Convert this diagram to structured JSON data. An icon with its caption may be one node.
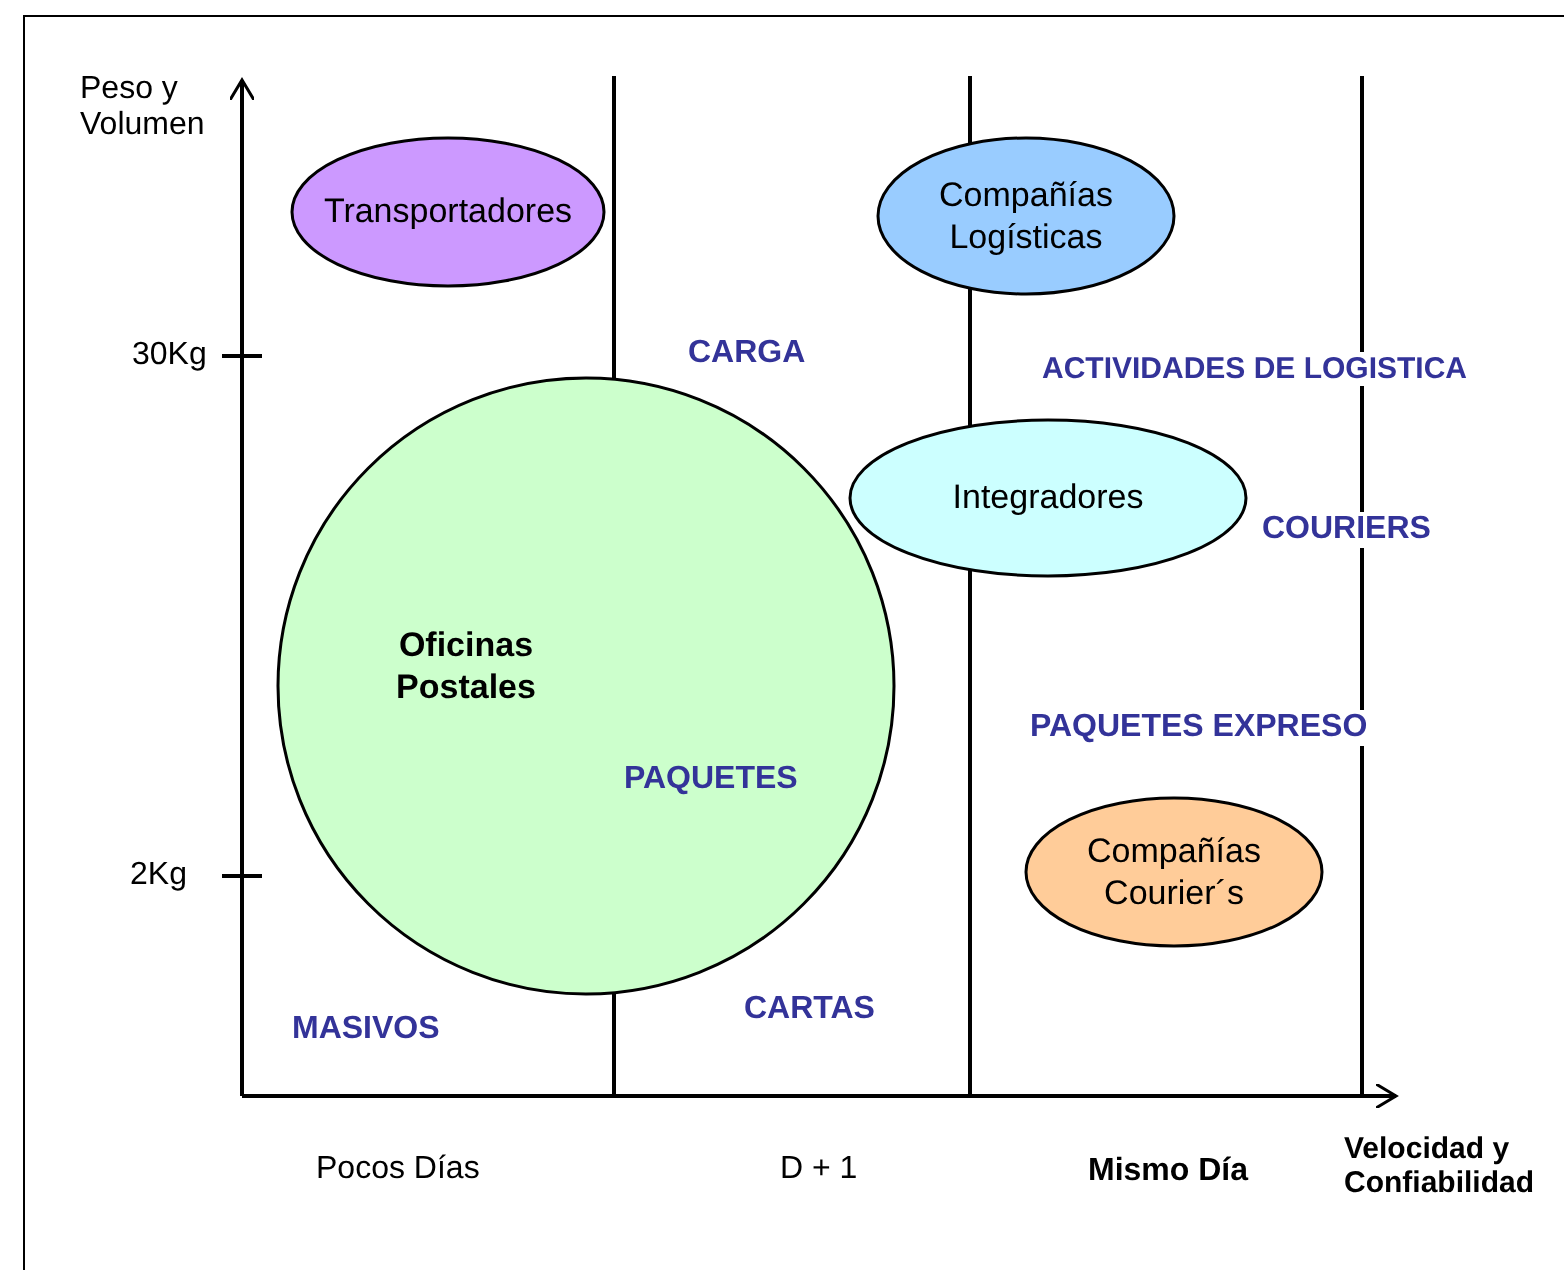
{
  "diagram": {
    "nodes": [
      {
        "text": [
          "Transportadores"
        ]
      },
      {
        "text": [
          "Compañías Logísticas"
        ]
      },
      {
        "text": [
          "Integradores"
        ]
      },
      {
        "text": [
          "Oficinas Postales"
        ]
      },
      {
        "text": [
          "Compañías Courier´s"
        ]
      }
    ],
    "edges": [],
    "labels": [
      "Peso y Volumen",
      "30Kg",
      "CARGA",
      "ACTIVIDADES DE LOGISTICA",
      "COURIERS",
      "PAQUETES EXPRESO",
      "PAQUETES",
      "2Kg",
      "MASIVOS",
      "CARTAS",
      "Pocos Días",
      "D + 1",
      "Mismo Día",
      "Velocidad y Confiabilidad"
    ]
  }
}
